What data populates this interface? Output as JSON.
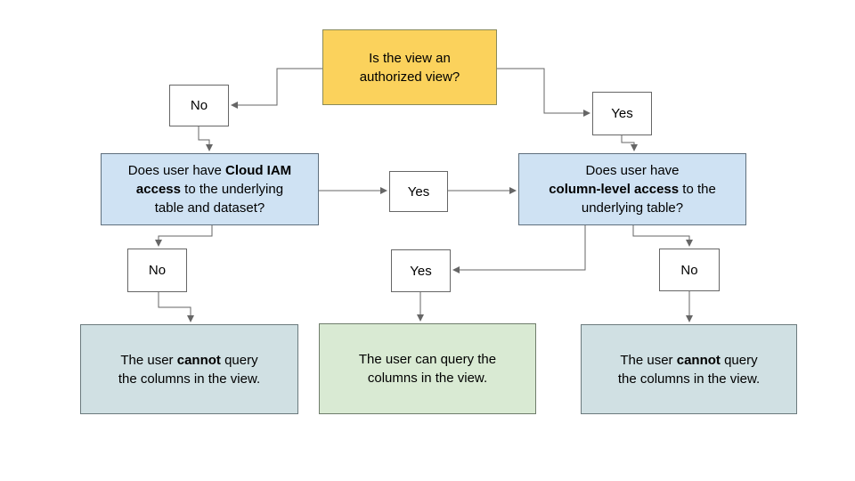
{
  "diagram": {
    "type": "flowchart",
    "topic": "Can a user query the columns in a view?",
    "colors": {
      "decision_start_fill": "#fbd25c",
      "decision_fill": "#cfe2f3",
      "result_negative_fill": "#d0e0e3",
      "result_positive_fill": "#d9ead3",
      "answer_box_fill": "#ffffff",
      "connector": "#666666",
      "text": "#000000"
    },
    "nodes": {
      "authorized_view": {
        "text": "Is the view an\nauthorized view?"
      },
      "no_top": {
        "text": "No"
      },
      "yes_top": {
        "text": "Yes"
      },
      "cloud_iam": {
        "seg0": "Does user have ",
        "seg1": "Cloud IAM\naccess",
        "seg2": " to the underlying\ntable and dataset?"
      },
      "yes_mid": {
        "text": "Yes"
      },
      "column_level": {
        "seg0": "Does user have\n",
        "seg1": "column-level access",
        "seg2": " to the\nunderlying table?"
      },
      "no_left": {
        "text": "No"
      },
      "yes_lower": {
        "text": "Yes"
      },
      "no_right": {
        "text": "No"
      },
      "cannot_left": {
        "seg0": "The user ",
        "seg1": "cannot",
        "seg2": " query\nthe columns in the view."
      },
      "can_middle": {
        "text": "The user can query the\ncolumns in the view."
      },
      "cannot_right": {
        "seg0": "The user ",
        "seg1": "cannot",
        "seg2": " query\nthe columns in the view."
      }
    },
    "edges": [
      {
        "from": "authorized_view",
        "answer": "No",
        "to": "cloud_iam"
      },
      {
        "from": "authorized_view",
        "answer": "Yes",
        "to": "column_level"
      },
      {
        "from": "cloud_iam",
        "answer": "Yes",
        "to": "column_level"
      },
      {
        "from": "cloud_iam",
        "answer": "No",
        "to": "cannot_left"
      },
      {
        "from": "column_level",
        "answer": "Yes",
        "to": "can_middle"
      },
      {
        "from": "column_level",
        "answer": "No",
        "to": "cannot_right"
      }
    ]
  }
}
